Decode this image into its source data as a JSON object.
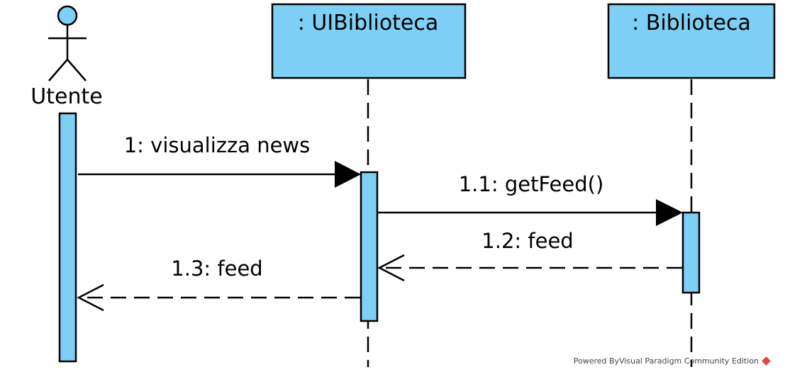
{
  "actor": {
    "name": "Utente"
  },
  "participants": [
    {
      "name": ": UIBiblioteca"
    },
    {
      "name": ": Biblioteca"
    }
  ],
  "messages": [
    {
      "label": "1: visualizza news",
      "kind": "synchronous call"
    },
    {
      "label": "1.1: getFeed()",
      "kind": "synchronous call"
    },
    {
      "label": "1.2: feed",
      "kind": "return"
    },
    {
      "label": "1.3: feed",
      "kind": "return"
    }
  ],
  "colors": {
    "fill": "#7ecff5",
    "stroke": "#000000"
  },
  "watermark": {
    "text": "Powered By​Visual Paradigm Community Edition",
    "logo": "visual-paradigm-logo-icon"
  }
}
